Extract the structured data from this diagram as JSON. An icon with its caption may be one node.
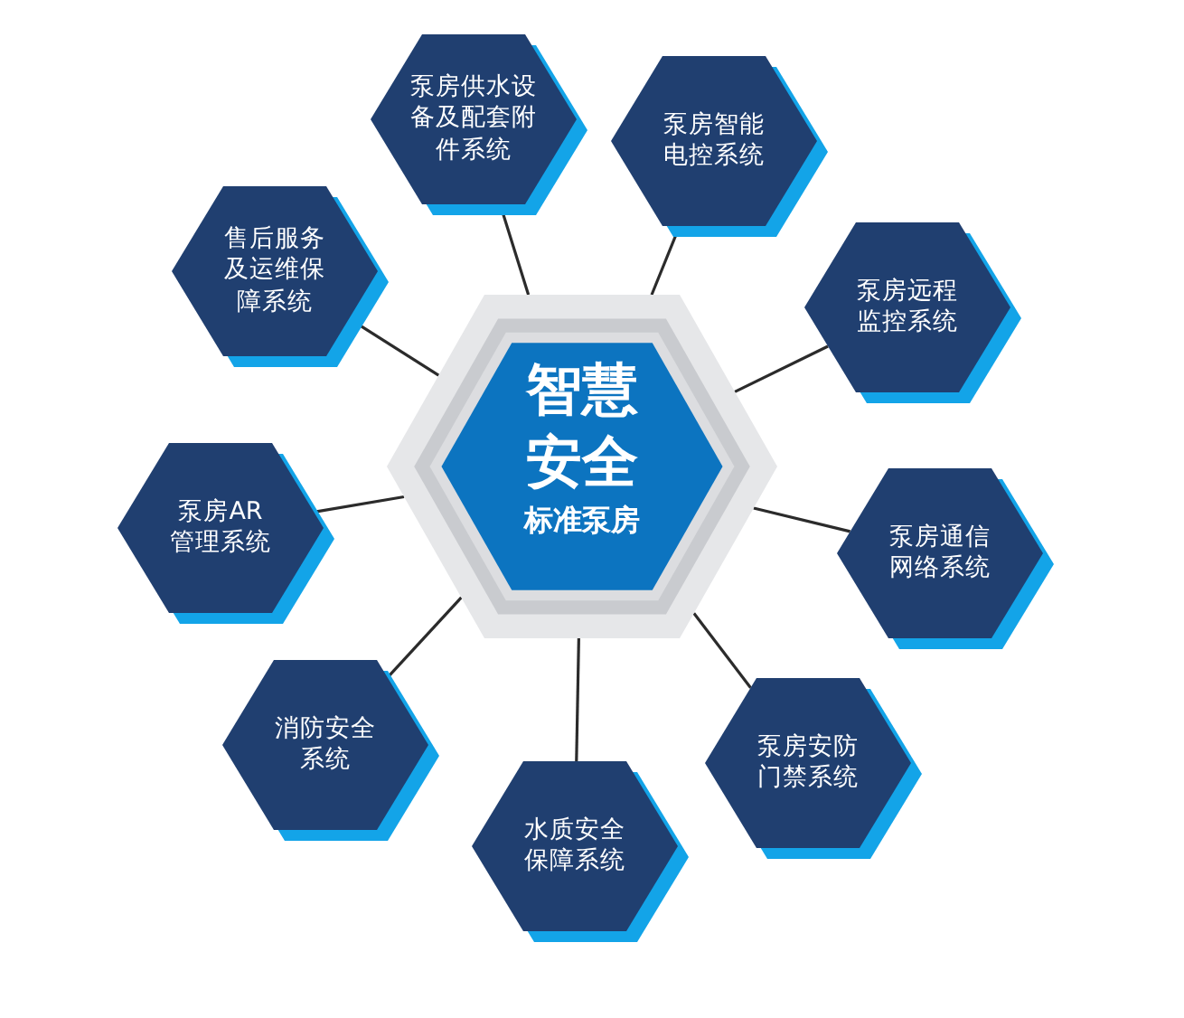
{
  "diagram": {
    "nodes": [
      {
        "text": [
          "智慧安全",
          "标准泵房"
        ]
      },
      {
        "text": [
          "泵房供水设备及配套附件系统"
        ]
      },
      {
        "text": [
          "泵房智能电控系统"
        ]
      },
      {
        "text": [
          "泵房远程监控系统"
        ]
      },
      {
        "text": [
          "泵房通信网络系统"
        ]
      },
      {
        "text": [
          "泵房安防门禁系统"
        ]
      },
      {
        "text": [
          "水质安全保障系统"
        ]
      },
      {
        "text": [
          "消防安全系统"
        ]
      },
      {
        "text": [
          "泵房AR管理系统"
        ]
      },
      {
        "text": [
          "售后服务及运维保障系统"
        ]
      }
    ],
    "edges": [
      {
        "from": 0,
        "to": 1,
        "arrow": "none"
      },
      {
        "from": 0,
        "to": 2,
        "arrow": "none"
      },
      {
        "from": 0,
        "to": 3,
        "arrow": "none"
      },
      {
        "from": 0,
        "to": 4,
        "arrow": "none"
      },
      {
        "from": 0,
        "to": 5,
        "arrow": "none"
      },
      {
        "from": 0,
        "to": 6,
        "arrow": "none"
      },
      {
        "from": 0,
        "to": 7,
        "arrow": "none"
      },
      {
        "from": 0,
        "to": 8,
        "arrow": "none"
      },
      {
        "from": 0,
        "to": 9,
        "arrow": "none"
      }
    ]
  }
}
